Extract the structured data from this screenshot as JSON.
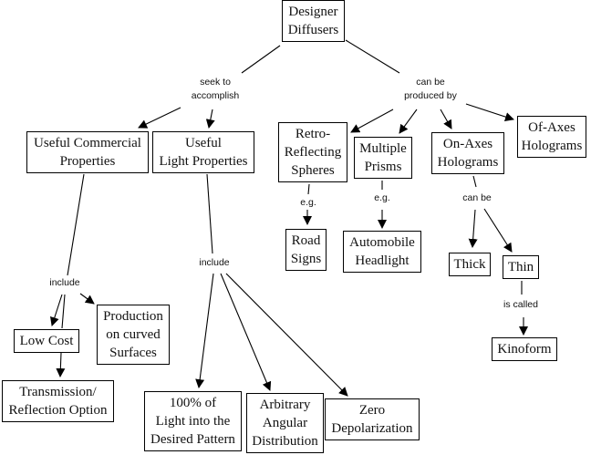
{
  "concept_map": {
    "nodes": {
      "root": "Designer\nDiffusers",
      "commercial": "Useful Commercial\nProperties",
      "light": "Useful\nLight Properties",
      "retro": "Retro-\nReflecting\nSpheres",
      "prisms": "Multiple\nPrisms",
      "on_axes": "On-Axes\nHolograms",
      "of_axes": "Of-Axes\nHolograms",
      "road_signs": "Road\nSigns",
      "headlight": "Automobile\nHeadlight",
      "thick": "Thick",
      "thin": "Thin",
      "kinoform": "Kinoform",
      "low_cost": "Low Cost",
      "curved": "Production\non curved\nSurfaces",
      "transmission": "Transmission/\nReflection Option",
      "pattern": "100% of\nLight into the\nDesired Pattern",
      "angular": "Arbitrary\nAngular\nDistribution",
      "depol": "Zero\nDepolarization"
    },
    "link_labels": {
      "seek": "seek to\naccomplish",
      "produced": "can be\nproduced by",
      "eg1": "e.g.",
      "eg2": "e.g.",
      "canbe": "can be",
      "called": "is called",
      "include_c": "include",
      "include_l": "include"
    }
  }
}
